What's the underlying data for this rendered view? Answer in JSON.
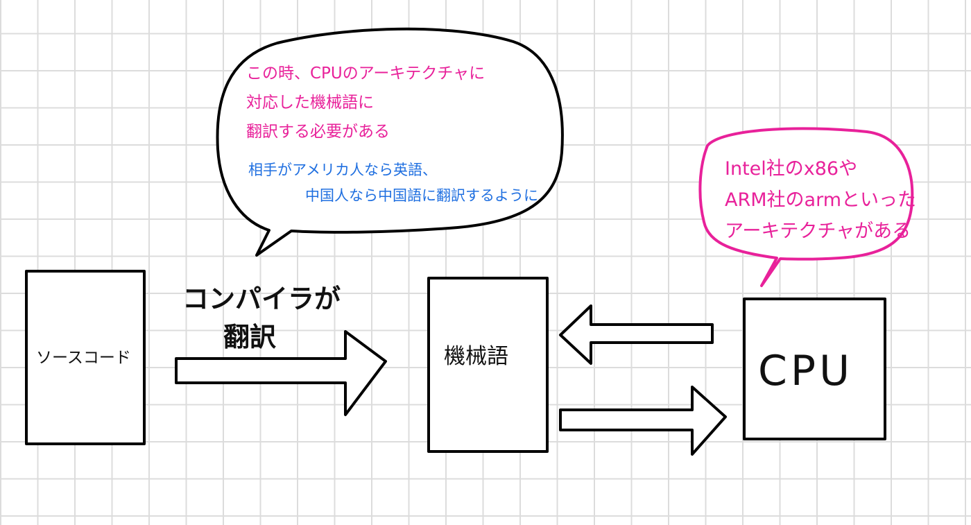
{
  "nodes": {
    "source_code": "ソースコード",
    "machine_code": "機械語",
    "cpu": "CPU"
  },
  "edges": {
    "compile_label_line1": "コンパイラが",
    "compile_label_line2": "翻訳"
  },
  "callout_compile": {
    "line1": "この時、CPUのアーキテクチャに",
    "line2": "対応した機械語に",
    "line3": "翻訳する必要がある",
    "note_line1": "相手がアメリカ人なら英語、",
    "note_line2": "中国人なら中国語に翻訳するように"
  },
  "callout_cpu": {
    "line1": "Intel社のx86や",
    "line2": "ARM社のarmといった",
    "line3": "アーキテクチャがある"
  },
  "colors": {
    "ink": "#000000",
    "pink": "#e8219a",
    "blue": "#1f6fe0",
    "grid": "#dcdcdc"
  }
}
